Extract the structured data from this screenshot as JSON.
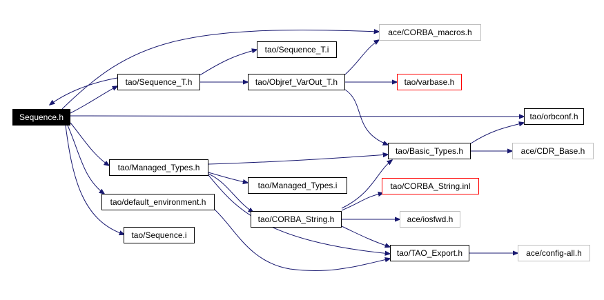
{
  "graph": {
    "edge_color": "#191970",
    "nodes": {
      "sequence_h": "Sequence.h",
      "sequence_t_h": "tao/Sequence_T.h",
      "sequence_t_i": "tao/Sequence_T.i",
      "corba_macros": "ace/CORBA_macros.h",
      "objref_varout": "tao/Objref_VarOut_T.h",
      "varbase": "tao/varbase.h",
      "orbconf": "tao/orbconf.h",
      "basic_types": "tao/Basic_Types.h",
      "cdr_base": "ace/CDR_Base.h",
      "managed_types_h": "tao/Managed_Types.h",
      "managed_types_i": "tao/Managed_Types.i",
      "corba_string_inl": "tao/CORBA_String.inl",
      "default_env": "tao/default_environment.h",
      "corba_string_h": "tao/CORBA_String.h",
      "iosfwd": "ace/iosfwd.h",
      "sequence_i": "tao/Sequence.i",
      "tao_export": "tao/TAO_Export.h",
      "config_all": "ace/config-all.h"
    }
  }
}
